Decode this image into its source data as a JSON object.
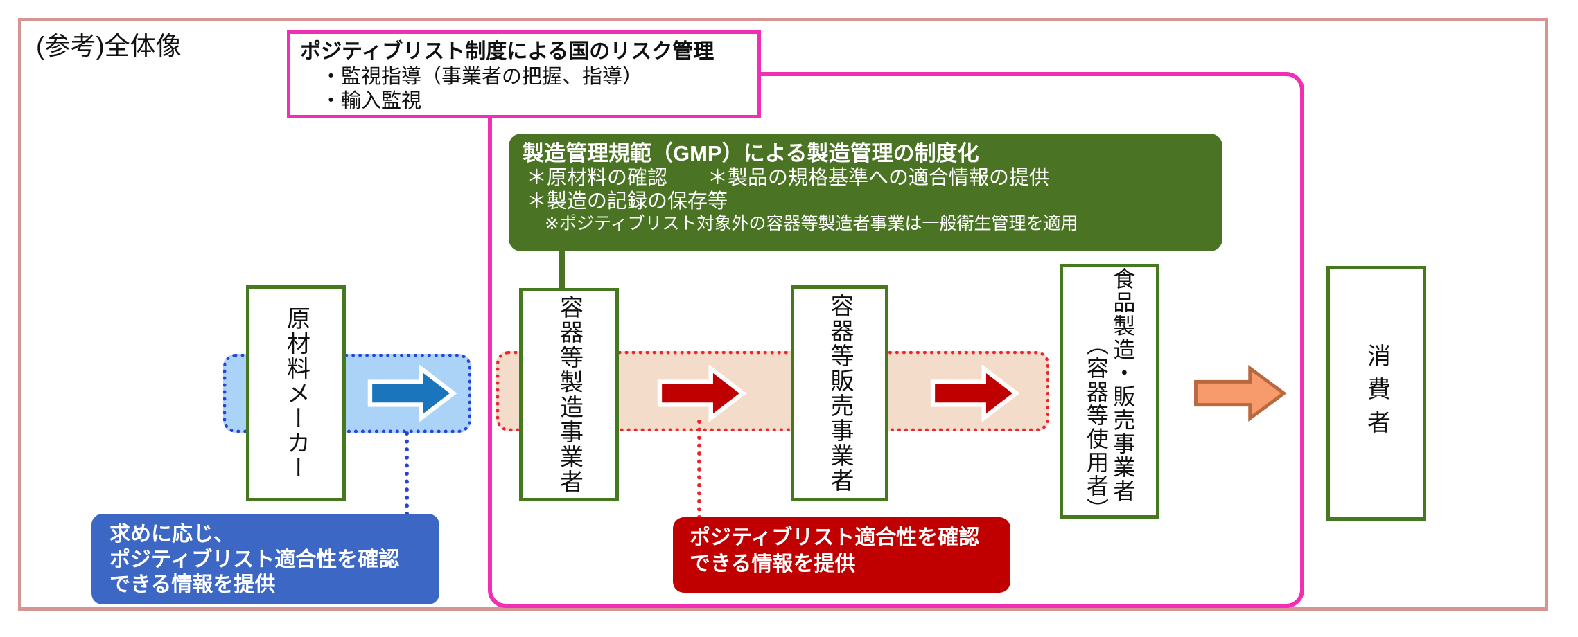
{
  "page_title": "(参考)全体像",
  "risk_box": {
    "title": "ポジティブリスト制度による国のリスク管理",
    "items": [
      "・監視指導（事業者の把握、指導）",
      "・輸入監視"
    ]
  },
  "gmp_box": {
    "title": "製造管理規範（GMP）による製造管理の制度化",
    "line1": "＊原材料の確認　　＊製品の規格基準への適合情報の提供",
    "line2": "＊製造の記録の保存等",
    "note": "※ポジティブリスト対象外の容器等製造者事業は一般衛生管理を適用"
  },
  "entities": [
    {
      "label": "原材料メーカー"
    },
    {
      "label": "容器等製造事業者"
    },
    {
      "label": "容器等販売事業者"
    },
    {
      "label": "食品製造・販売事業者",
      "sublabel": "（容器等使用者）"
    },
    {
      "label": "消費者"
    }
  ],
  "blue_callout": {
    "lines": [
      "求めに応じ、",
      "ポジティブリスト適合性を確認",
      "できる情報を提供"
    ]
  },
  "red_callout": {
    "lines": [
      "ポジティブリスト適合性を確認",
      "できる情報を提供"
    ]
  },
  "icons": {
    "blue_arrow": "right-block-arrow",
    "red_arrow_1": "right-block-arrow",
    "red_arrow_2": "right-block-arrow",
    "orange_arrow": "right-block-arrow"
  },
  "colors": {
    "outer_border": "#d69492",
    "frame_pink": "#f22db6",
    "green_dark": "#4a7424",
    "entity_border": "#467820",
    "blue_dotted": "#2742d8",
    "blue_band": "#aad3f7",
    "blue_arrow": "#1b75bc",
    "blue_callout": "#3c67c5",
    "red_dotted": "#ea2530",
    "red_band": "#f4dccb",
    "red_dark": "#c00000",
    "orange_arrow_fill": "#f79b6d",
    "orange_arrow_stroke": "#b9693f"
  }
}
